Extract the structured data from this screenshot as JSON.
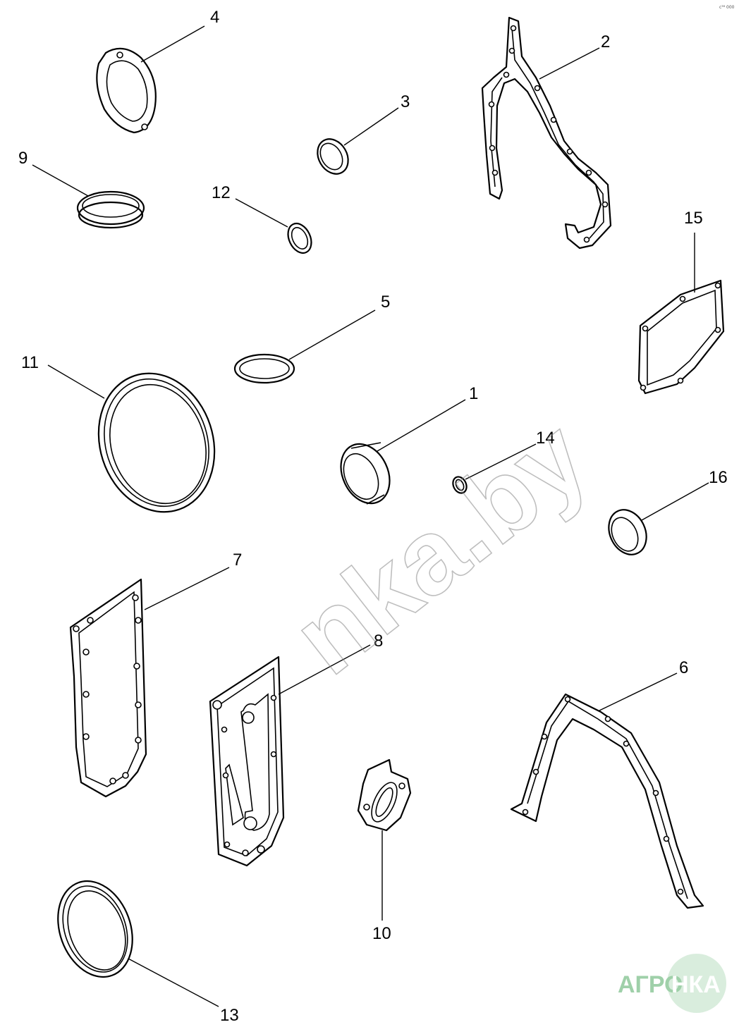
{
  "callouts": {
    "c1": "1",
    "c2": "2",
    "c3": "3",
    "c4": "4",
    "c5": "5",
    "c6": "6",
    "c7": "7",
    "c8": "8",
    "c9": "9",
    "c10": "10",
    "c11": "11",
    "c12": "12",
    "c13": "13",
    "c14": "14",
    "c15": "15",
    "c16": "16"
  },
  "watermark": {
    "text": "nka.by"
  },
  "logo": {
    "left_text": "АГРО",
    "right_text": "НКА",
    "color": "#7dbf8e"
  },
  "corner_mark": {
    "text": "c³⁸ 000"
  }
}
